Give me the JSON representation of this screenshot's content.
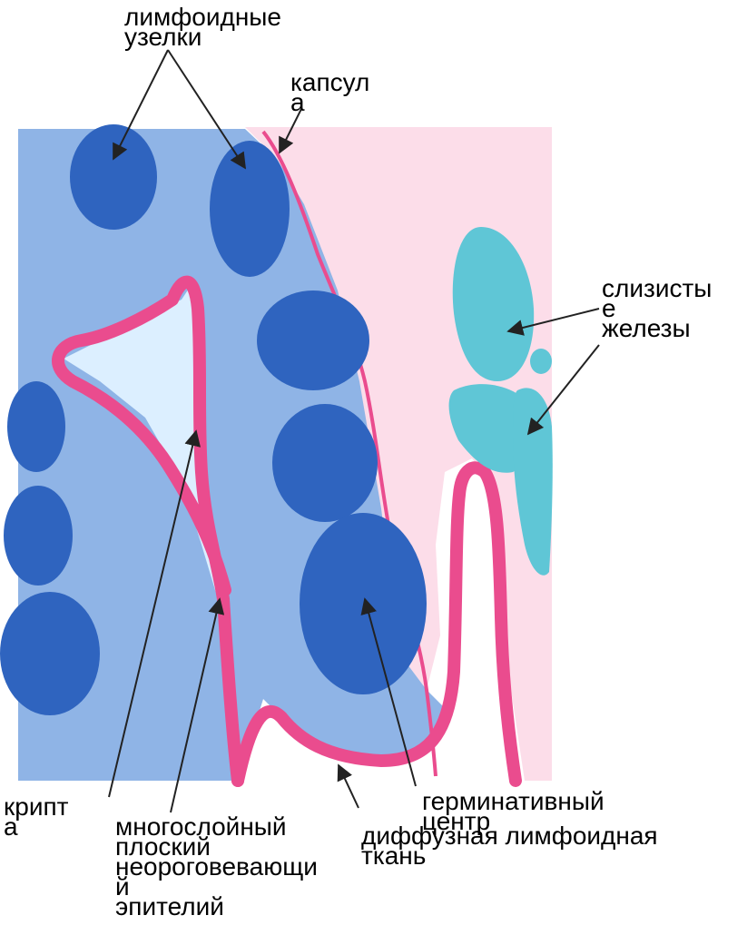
{
  "labels": {
    "lymphoid_nodules": "лимфоидные\nузелки",
    "capsule": "капсул\nа",
    "mucous_glands": "слизисты\nе\nжелезы",
    "crypt": "крипт\nа",
    "epithelium": "многослойный\nплоский\nнеороговевающи\nй\nэпителий",
    "germinal_center": "герминативный\nцентр",
    "diffuse_tissue": "диффузная лимфоидная\nткань"
  },
  "colors": {
    "background": "#ffffff",
    "connective_tissue": "#fcdde9",
    "diffuse_lymphoid": "#8fb4e6",
    "lymphoid_nodule": "#2f64bf",
    "crypt_lumen": "#dcefff",
    "epithelium": "#ea4c8e",
    "capsule_line": "#ea4c8e",
    "gland": "#5fc6d6",
    "label_text": "#000000",
    "arrow": "#222222"
  }
}
